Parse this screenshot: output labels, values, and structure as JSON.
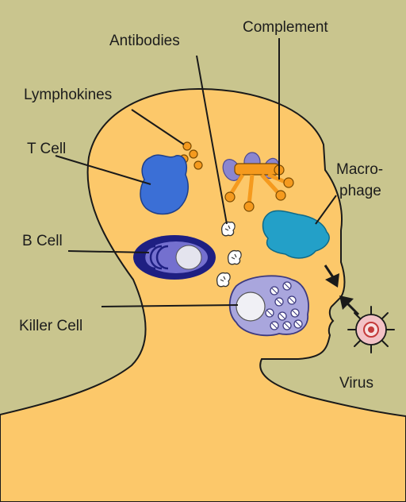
{
  "labels": {
    "antibodies": "Antibodies",
    "complement": "Complement",
    "lymphokines": "Lymphokines",
    "t_cell": "T Cell",
    "macrophage_line1": "Macro-",
    "macrophage_line2": "phage",
    "b_cell": "B Cell",
    "killer_cell": "Killer Cell",
    "virus": "Virus"
  },
  "colors": {
    "background": "#c9c58e",
    "head": "#fcc86a",
    "outline": "#1a1a1a",
    "t_cell": "#3b6fd6",
    "b_cell_outer": "#1e1f82",
    "b_cell_inner": "#7470cf",
    "macrophage": "#23a0c8",
    "complement_orange": "#f59a1e",
    "complement_purple": "#8b86cf",
    "killer_cell": "#a9a6dd",
    "virus_ring": "#f3c2c6",
    "virus_core": "#c43a3a"
  },
  "icons": [
    "t-cell-icon",
    "b-cell-icon",
    "macrophage-icon",
    "complement-icon",
    "killer-cell-icon",
    "virus-icon",
    "antibody-icon",
    "lymphokine-icon"
  ]
}
